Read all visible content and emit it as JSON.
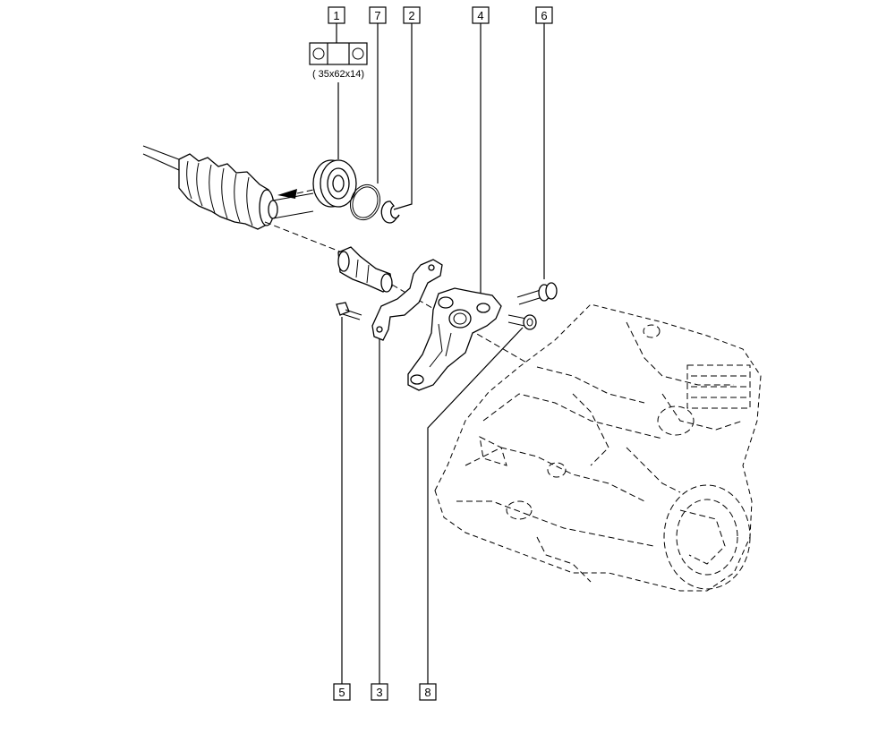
{
  "callouts": [
    {
      "id": "1",
      "label": "1"
    },
    {
      "id": "7",
      "label": "7"
    },
    {
      "id": "2",
      "label": "2"
    },
    {
      "id": "4",
      "label": "4"
    },
    {
      "id": "6",
      "label": "6"
    },
    {
      "id": "5",
      "label": "5"
    },
    {
      "id": "3",
      "label": "3"
    },
    {
      "id": "8",
      "label": "8"
    }
  ],
  "bearing_dimension": "( 35x62x14)"
}
